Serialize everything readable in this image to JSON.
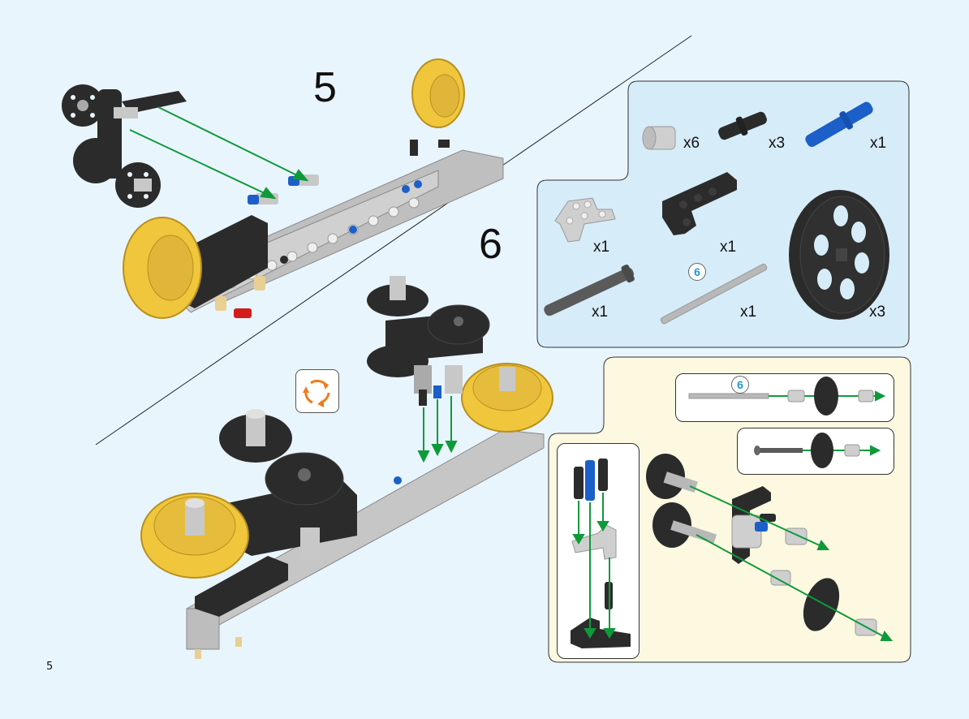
{
  "page": {
    "page_number": "5",
    "background_color": "#e9f5fd"
  },
  "steps": [
    {
      "number": "5"
    },
    {
      "number": "6"
    }
  ],
  "rotate_indicator": {
    "icon": "rotate-model-icon",
    "color": "#f07b1e"
  },
  "parts_list": {
    "background_color": "#d6ecf9",
    "items": [
      {
        "part": "bush",
        "color": "#c8c8c8",
        "quantity": "x6"
      },
      {
        "part": "black-connector-peg",
        "color": "#2b2b2b",
        "quantity": "x3"
      },
      {
        "part": "blue-long-peg",
        "color": "#1c5fc8",
        "quantity": "x1"
      },
      {
        "part": "gray-t-beam",
        "color": "#c8c8c8",
        "quantity": "x1"
      },
      {
        "part": "black-l-beam",
        "color": "#2b2b2b",
        "quantity": "x1"
      },
      {
        "part": "dark-gray-axle-with-stop",
        "color": "#5a5a5a",
        "quantity": "x1"
      },
      {
        "part": "gray-axle",
        "color": "#b8b8b8",
        "quantity": "x1",
        "length_badge": "6"
      },
      {
        "part": "black-pulley-wheel",
        "color": "#2b2b2b",
        "quantity": "x3"
      }
    ]
  },
  "sub_assembly": {
    "background_color": "#fdf9e1",
    "callouts": [
      {
        "name": "axle-6-with-bushes-and-wheel",
        "length_badge": "6"
      },
      {
        "name": "axle-with-stop-wheel-bush"
      },
      {
        "name": "beam-pegs-assembly"
      }
    ]
  },
  "accent_colors": {
    "arrow": "#0f9a3a",
    "badge_text": "#1a9ad6",
    "tire_yellow": "#f0c63c"
  }
}
